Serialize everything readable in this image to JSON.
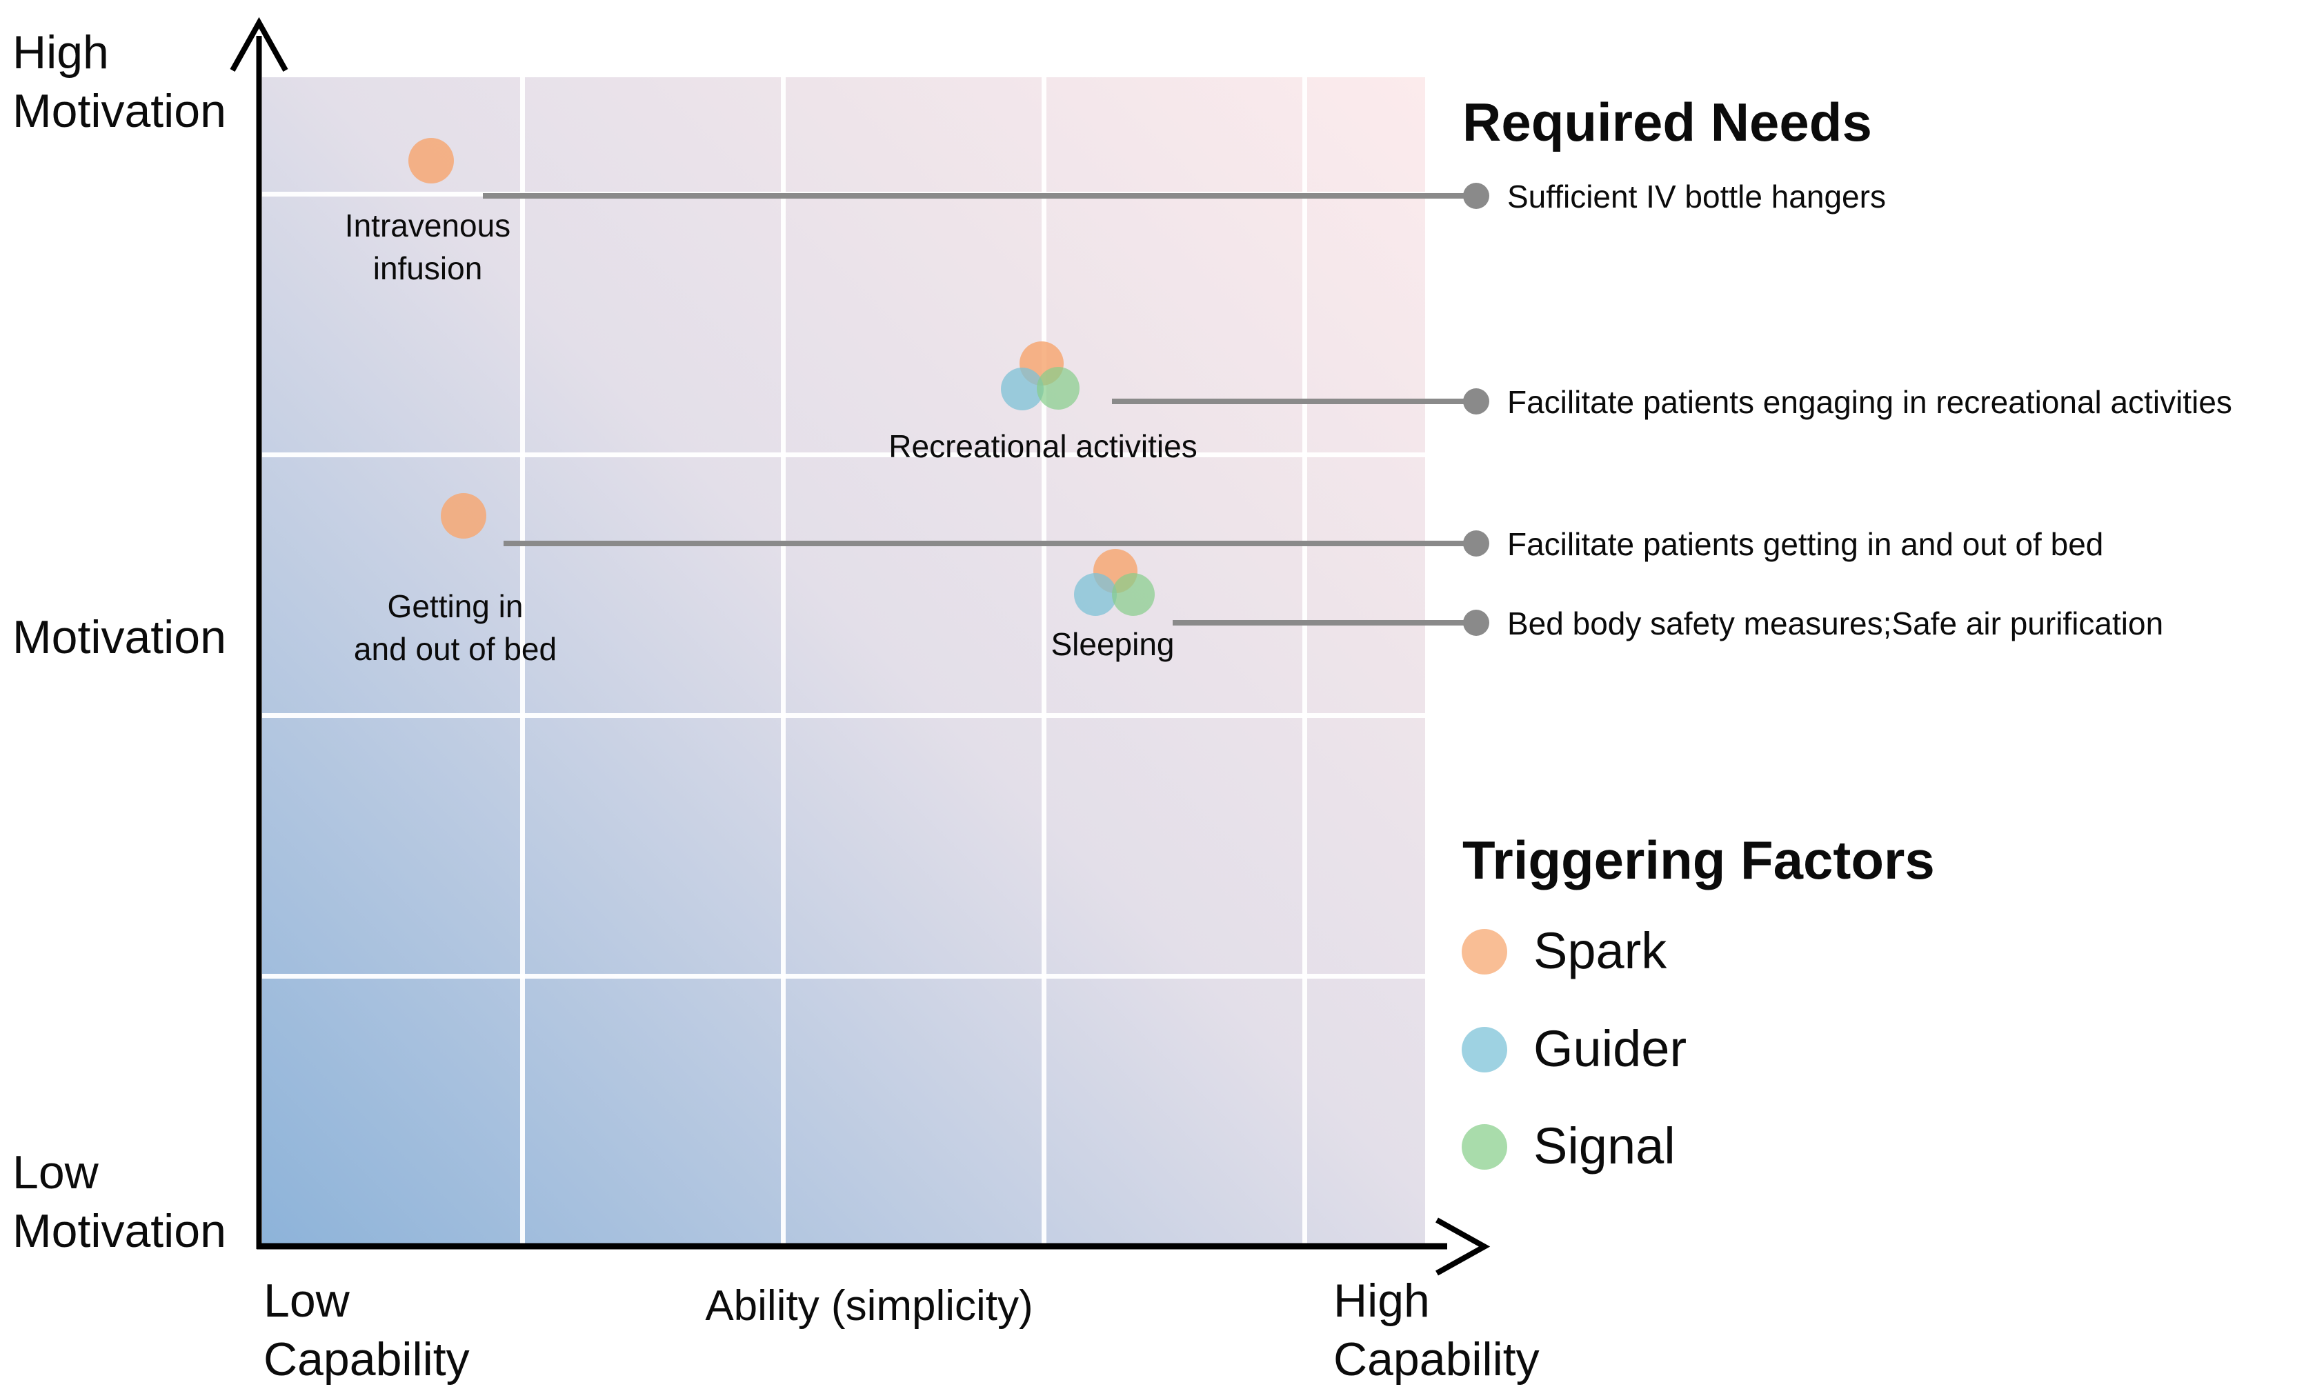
{
  "headings": {
    "required_needs": "Required Needs",
    "triggering_factors": "Triggering Factors"
  },
  "y_axis": {
    "high": "High\nMotivation",
    "mid": "Motivation",
    "low": "Low\nMotivation"
  },
  "x_axis": {
    "low": "Low\nCapability",
    "mid": "Ability (simplicity)",
    "high": "High\nCapability"
  },
  "points": [
    {
      "label": "Intravenous\ninfusion"
    },
    {
      "label": "Recreational activities"
    },
    {
      "label": "Getting in\nand out of bed"
    },
    {
      "label": "Sleeping"
    }
  ],
  "annotations": [
    {
      "text": "Sufficient IV bottle hangers"
    },
    {
      "text": "Facilitate patients engaging in recreational activities"
    },
    {
      "text": "Facilitate patients getting in and out of bed"
    },
    {
      "text": "Bed body safety measures;Safe air purification"
    }
  ],
  "legend": [
    {
      "label": "Spark",
      "color": "#F9BE95"
    },
    {
      "label": "Guider",
      "color": "#9ED2E2"
    },
    {
      "label": "Signal",
      "color": "#A9DCAB"
    }
  ],
  "colors": {
    "spark_orange": "#F9BE95",
    "guider_blue": "#9ED2E2",
    "signal_green": "#A9DCAB",
    "leader_gray": "#8A8A8A",
    "gradient_low_low": "#8DB3D9",
    "gradient_mid": "#E3DFE9",
    "gradient_high_high": "#FCEBEC",
    "axis_black": "#000000"
  },
  "chart_data": {
    "type": "scatter",
    "xlabel": "Ability (simplicity)",
    "ylabel": "Motivation",
    "x_range_labels": [
      "Low Capability",
      "High Capability"
    ],
    "y_range_labels": [
      "Low Motivation",
      "High Motivation"
    ],
    "grid": true,
    "background": "diagonal gradient from blue (low ability, low motivation) to pink (high ability, high motivation)",
    "legend_title": "Triggering Factors",
    "legend": [
      "Spark",
      "Guider",
      "Signal"
    ],
    "annotation_title": "Required Needs",
    "points": [
      {
        "label": "Intravenous infusion",
        "x": 0.15,
        "y": 0.93,
        "triggering_factors": [
          "Spark"
        ],
        "required_need": "Sufficient IV bottle hangers"
      },
      {
        "label": "Recreational activities",
        "x": 0.67,
        "y": 0.74,
        "triggering_factors": [
          "Spark",
          "Guider",
          "Signal"
        ],
        "required_need": "Facilitate patients engaging in recreational activities"
      },
      {
        "label": "Getting in and out of bed",
        "x": 0.17,
        "y": 0.62,
        "triggering_factors": [
          "Spark"
        ],
        "required_need": "Facilitate patients getting in and out of bed"
      },
      {
        "label": "Sleeping",
        "x": 0.73,
        "y": 0.56,
        "triggering_factors": [
          "Spark",
          "Guider",
          "Signal"
        ],
        "required_need": "Bed body safety measures;Safe air purification"
      }
    ]
  }
}
